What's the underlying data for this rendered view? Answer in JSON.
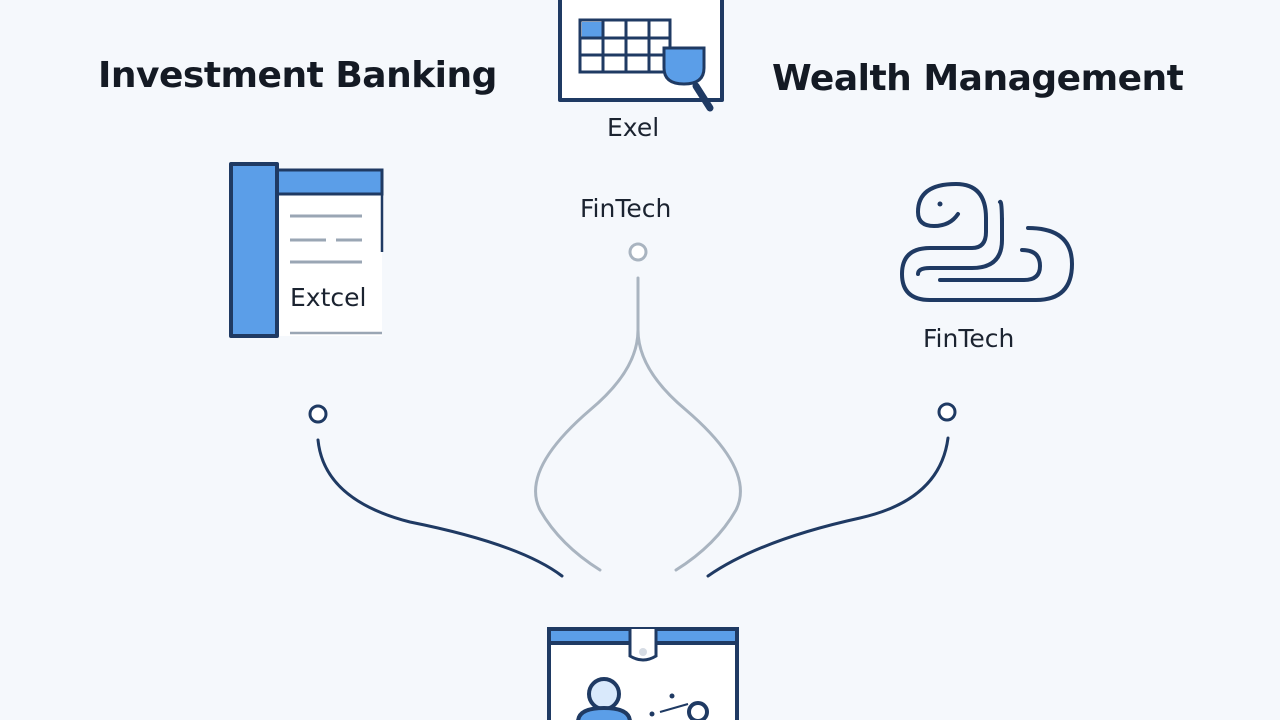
{
  "headings": {
    "left": "Investment Banking",
    "right": "Wealth Management"
  },
  "labels": {
    "top_icon": "Exel",
    "left_icon": "Extcel",
    "center": "FinTech",
    "right_icon": "FinTech"
  },
  "icons": {
    "top": "spreadsheet-magnifier-icon",
    "left": "spreadsheet-document-icon",
    "right": "python-snake-icon",
    "bottom": "team-profile-card-icon"
  },
  "colors": {
    "background": "#f5f8fc",
    "primary_line": "#1f3a63",
    "accent_fill": "#5b9ee8",
    "light_fill": "#d9e9fb",
    "center_stroke": "#a9b4c0",
    "text": "#141a24"
  }
}
